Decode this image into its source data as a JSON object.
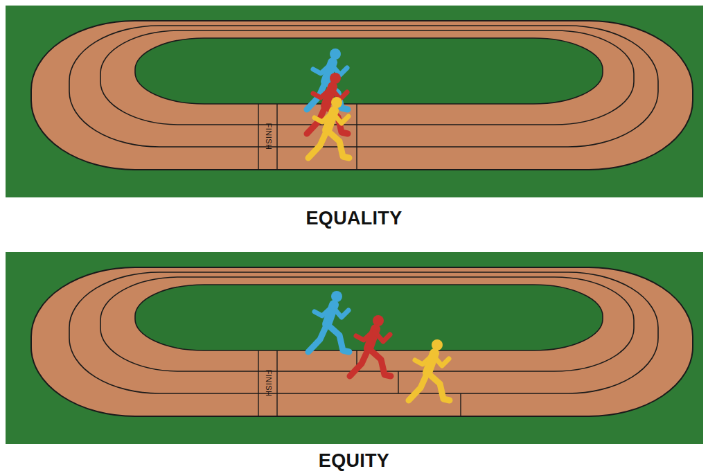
{
  "diagram": {
    "labels": [
      "FINISH",
      "EQUALITY",
      "FINISH",
      "EQUITY"
    ]
  }
}
